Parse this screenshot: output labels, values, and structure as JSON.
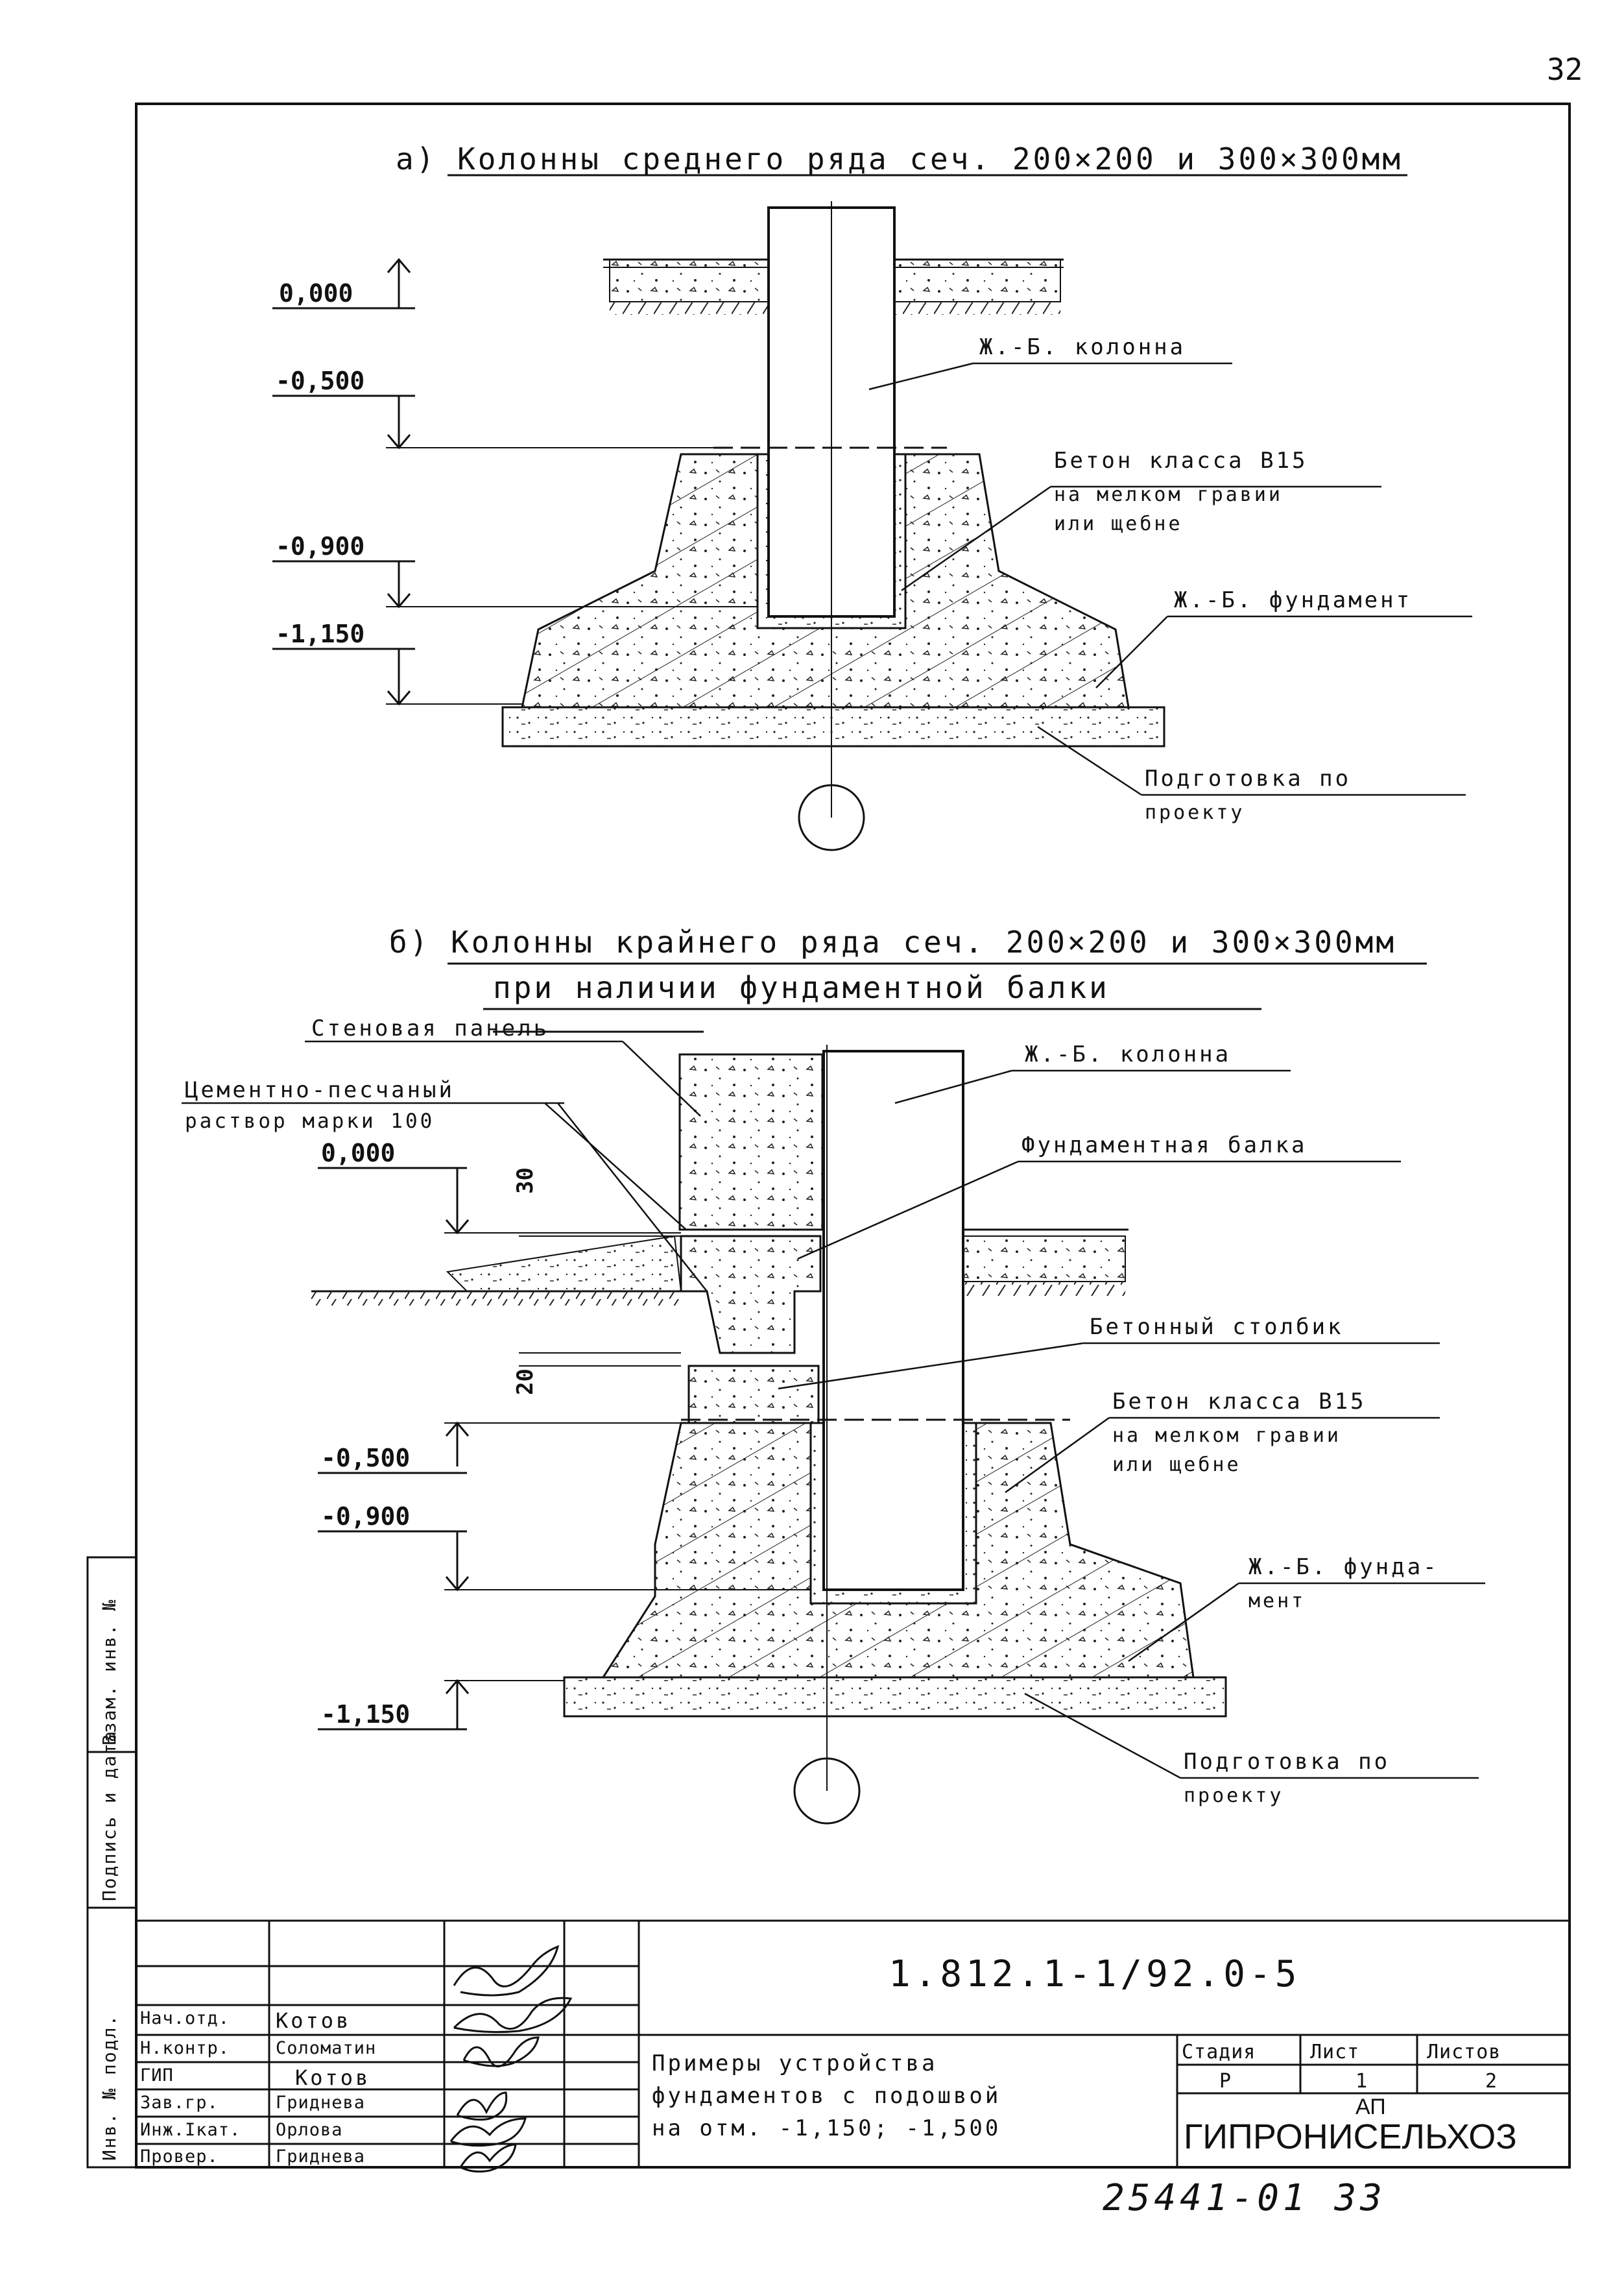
{
  "page_number": "32",
  "sheet_footer": "25441-01  33",
  "section_a": {
    "title": "а) Колонны среднего ряда сеч. 200×200 и 300×300мм",
    "levels": [
      "0,000",
      "-0,500",
      "-0,900",
      "-1,150"
    ],
    "labels": {
      "column": "Ж.-Б. колонна",
      "concrete_line1": "Бетон класса В15",
      "concrete_line2": "на мелком гравии",
      "concrete_line3": "или щебне",
      "foundation": "Ж.-Б. фундамент",
      "prep_line1": "Подготовка по",
      "prep_line2": "проекту"
    }
  },
  "section_b": {
    "title_line1": "б) Колонны крайнего ряда сеч. 200×200 и 300×300мм",
    "title_line2": "при наличии фундаментной балки",
    "levels": [
      "0,000",
      "-0,500",
      "-0,900",
      "-1,150"
    ],
    "dims": [
      "30",
      "20"
    ],
    "labels": {
      "wall_panel": "Стеновая панель",
      "mortar_line1": "Цементно-песчаный",
      "mortar_line2": "раствор марки 100",
      "column": "Ж.-Б. колонна",
      "beam": "Фундаментная балка",
      "post": "Бетонный столбик",
      "concrete_line1": "Бетон класса В15",
      "concrete_line2": "на мелком гравии",
      "concrete_line3": "или щебне",
      "foundation_line1": "Ж.-Б. фунда-",
      "foundation_line2": "мент",
      "prep_line1": "Подготовка по",
      "prep_line2": "проекту"
    }
  },
  "side_stamp": [
    "Инв. № подл.",
    "Подпись и дата",
    "Взам. инв. №"
  ],
  "title_block": {
    "doc_code": "1.812.1-1/92.0-5",
    "description_line1": "Примеры устройства",
    "description_line2": "фундаментов с подошвой",
    "description_line3": "на отм. -1,150; -1,500",
    "stage_header": "Стадия",
    "sheet_header": "Лист",
    "sheets_header": "Листов",
    "stage_value": "Р",
    "sheet_value": "1",
    "sheets_value": "2",
    "org_top": "АП",
    "org_name": "ГИПРОНИСЕЛЬХОЗ",
    "staff": [
      {
        "role": "Нач.отд.",
        "name": "Котов"
      },
      {
        "role": "Н.контр.",
        "name": "Соломатин"
      },
      {
        "role": "ГИП",
        "name": "Котов"
      },
      {
        "role": "Зав.гр.",
        "name": "Гриднева"
      },
      {
        "role": "Инж.Iкат.",
        "name": "Орлова"
      },
      {
        "role": "Провер.",
        "name": "Гриднева"
      }
    ]
  }
}
